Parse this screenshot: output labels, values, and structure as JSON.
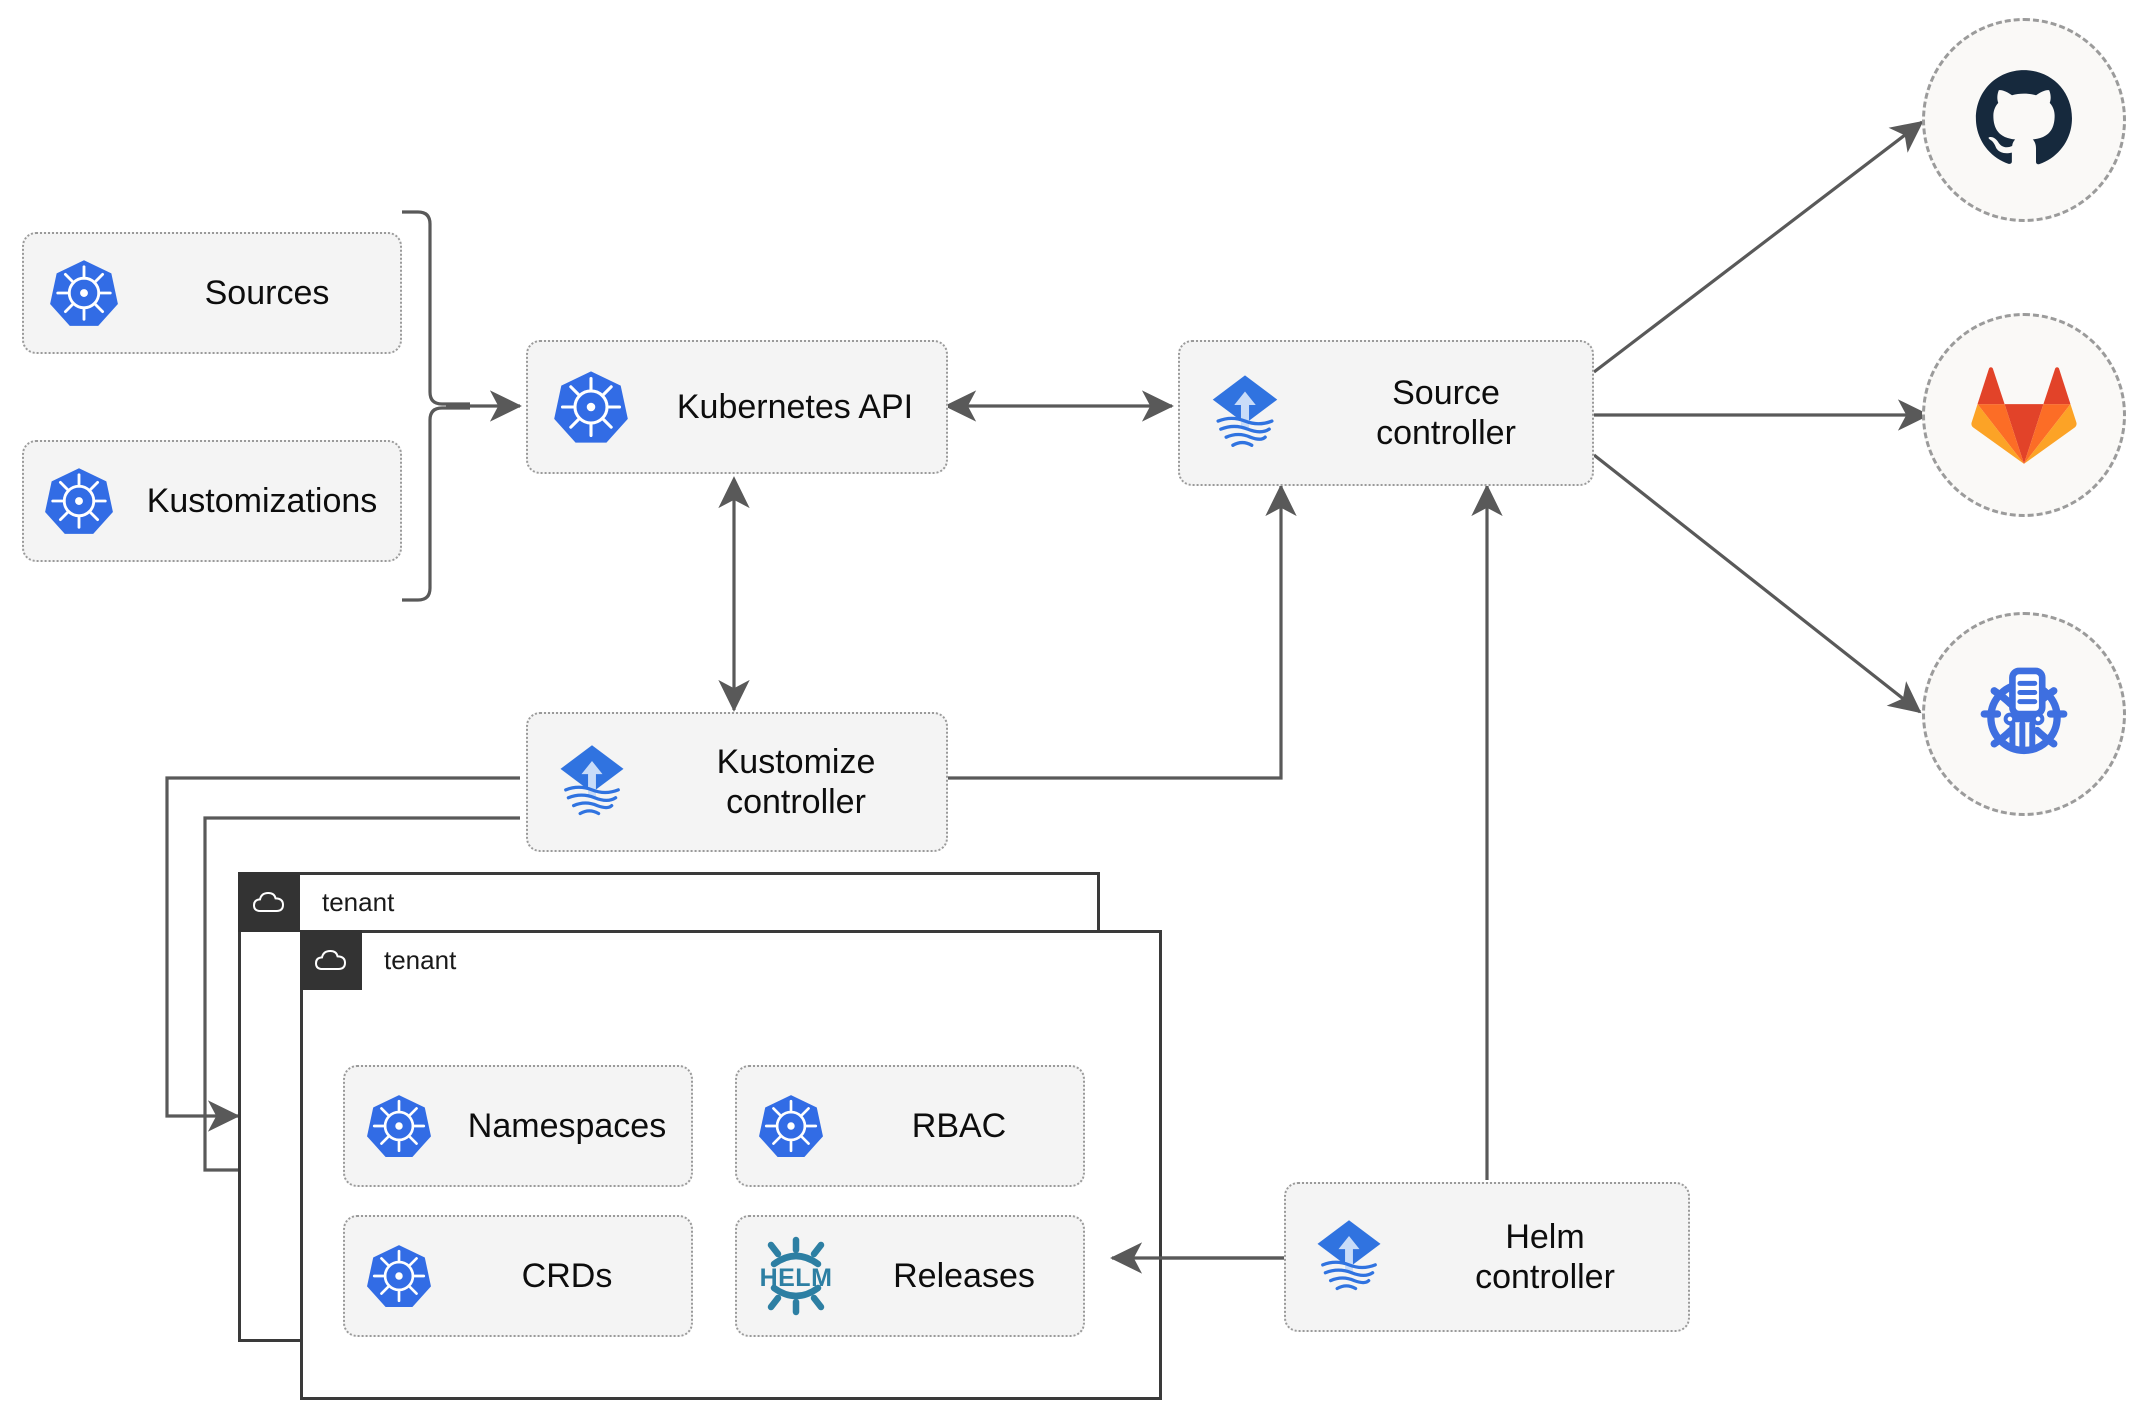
{
  "diagram": {
    "title": "Flux GitOps multi-tenancy architecture",
    "colors": {
      "node_fill": "#f4f4f4",
      "node_border": "#9a9a9a",
      "line": "#595959",
      "kubernetes_blue": "#326CE5",
      "flux_blue": "#3073E0",
      "helm_teal": "#2D7FA3",
      "github_navy": "#16293D",
      "gitlab_orange": "#E24329",
      "gitlab_amber": "#FCA326",
      "registry_blue": "#3E6FE0",
      "tenant_tab": "#333333",
      "tenant_border": "#3a3a3a",
      "text": "#0d0d0d"
    },
    "nodes": [
      {
        "id": "sources",
        "label": "Sources",
        "icon": "kubernetes-icon"
      },
      {
        "id": "kustomizations",
        "label": "Kustomizations",
        "icon": "kubernetes-icon"
      },
      {
        "id": "k8s-api",
        "label": "Kubernetes API",
        "icon": "kubernetes-icon"
      },
      {
        "id": "source-ctrl",
        "label": "Source\ncontroller",
        "icon": "flux-icon"
      },
      {
        "id": "kustomize-ctrl",
        "label": "Kustomize\ncontroller",
        "icon": "flux-icon"
      },
      {
        "id": "helm-ctrl",
        "label": "Helm\ncontroller",
        "icon": "flux-icon"
      }
    ],
    "endpoints": [
      {
        "id": "github",
        "icon": "github-icon",
        "name": "GitHub"
      },
      {
        "id": "gitlab",
        "icon": "gitlab-icon",
        "name": "GitLab"
      },
      {
        "id": "registry",
        "icon": "helm-registry-icon",
        "name": "Helm chart registry"
      }
    ],
    "tenants": [
      {
        "id": "tenant-back",
        "label": "tenant",
        "icon": "cloud-icon"
      },
      {
        "id": "tenant-front",
        "label": "tenant",
        "icon": "cloud-icon"
      }
    ],
    "tenant_resources": [
      {
        "id": "namespaces",
        "label": "Namespaces",
        "icon": "kubernetes-icon"
      },
      {
        "id": "rbac",
        "label": "RBAC",
        "icon": "kubernetes-icon"
      },
      {
        "id": "crds",
        "label": "CRDs",
        "icon": "kubernetes-icon"
      },
      {
        "id": "releases",
        "label": "Releases",
        "icon": "helm-icon"
      }
    ]
  }
}
